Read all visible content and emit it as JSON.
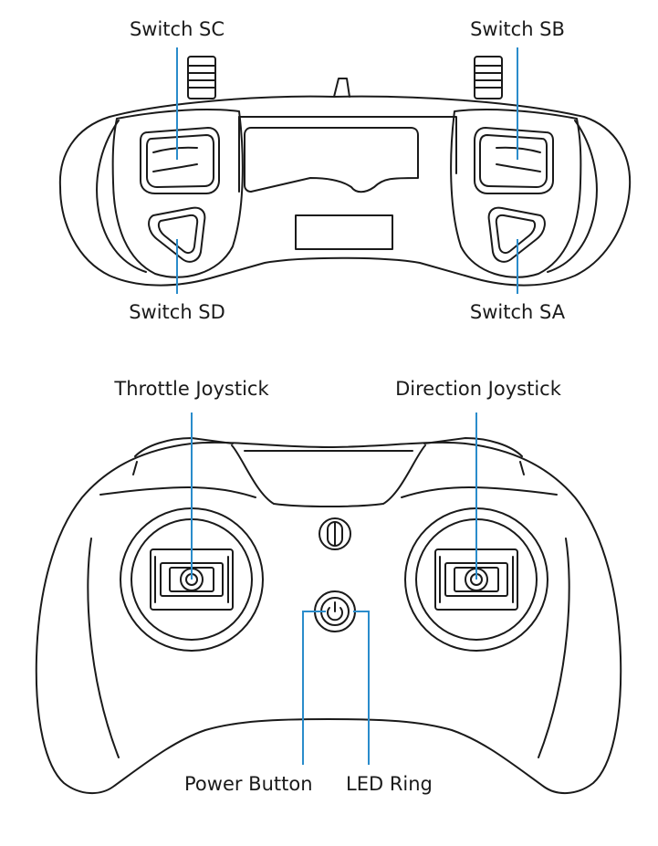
{
  "top_view": {
    "labels": {
      "switch_sc": "Switch SC",
      "switch_sb": "Switch SB",
      "switch_sd": "Switch SD",
      "switch_sa": "Switch SA"
    }
  },
  "front_view": {
    "labels": {
      "throttle_joystick": "Throttle Joystick",
      "direction_joystick": "Direction Joystick",
      "power_button": "Power Button",
      "led_ring": "LED Ring"
    }
  },
  "colors": {
    "outline": "#1a1a1a",
    "callout_line": "#2a8ccb",
    "background": "#ffffff"
  },
  "icons": {
    "power": "power-icon"
  }
}
